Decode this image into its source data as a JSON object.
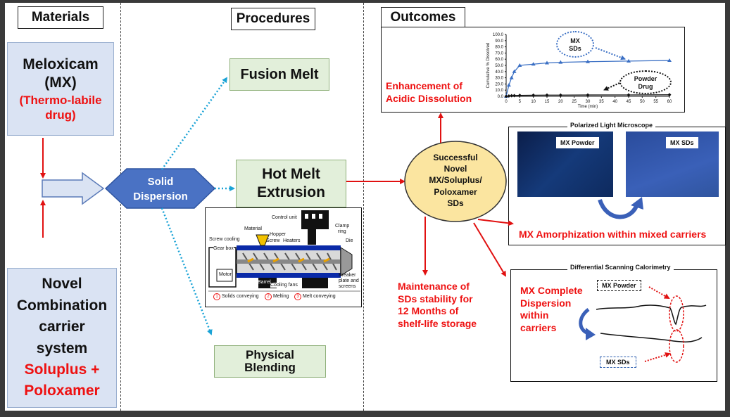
{
  "headers": {
    "materials": "Materials",
    "procedures": "Procedures",
    "outcomes": "Outcomes"
  },
  "materials": {
    "drug_line1": "Meloxicam",
    "drug_line2": "(MX)",
    "drug_note_line1": "(Thermo-labile",
    "drug_note_line2": "drug)",
    "carrier_line1": "Novel",
    "carrier_line2": "Combination",
    "carrier_line3": "carrier",
    "carrier_line4": "system",
    "carrier_line5": "Soluplus +",
    "carrier_line6": "Poloxamer"
  },
  "procedures": {
    "center_line1": "Solid",
    "center_line2": "Dispersion",
    "fusion": "Fusion Melt",
    "hme_line1": "Hot Melt",
    "hme_line2": "Extrusion",
    "blend_line1": "Physical",
    "blend_line2": "Blending"
  },
  "extruder": {
    "control_unit": "Control unit",
    "material": "Material",
    "hopper": "Hopper",
    "screw": "Screw",
    "heaters": "Heaters",
    "clamp_ring_1": "Clamp",
    "clamp_ring_2": "ring",
    "die": "Die",
    "screw_cooling": "Screw cooling",
    "gear_box": "Gear box",
    "motor": "Motor",
    "barrel": "Barrel",
    "cooling_fans": "Cooling fans",
    "breaker_1": "Breaker",
    "breaker_2": "plate and",
    "breaker_3": "screens",
    "zone1": "Solids conveying",
    "zone2": "Melting",
    "zone3": "Melt conveying",
    "zone1_n": "1",
    "zone2_n": "2",
    "zone3_n": "3"
  },
  "outcomes": {
    "center_line1": "Successful",
    "center_line2": "Novel",
    "center_line3": "MX/Soluplus/",
    "center_line4": "Poloxamer",
    "center_line5": "SDs",
    "enh_line1": "Enhancement of",
    "enh_line2": "Acidic Dissolution",
    "maint_line1": "Maintenance of",
    "maint_line2": "SDs stability for",
    "maint_line3": "12 Months of",
    "maint_line4": "shelf-life storage",
    "amorph": "MX Amorphization within mixed carriers",
    "plm_title": "Polarized Light Microscope",
    "plm_left": "MX Powder",
    "plm_right": "MX SDs",
    "dsc_title": "Differential Scanning Calorimetry",
    "dsc_powder": "MX Powder",
    "dsc_sds": "MX SDs",
    "dsc_text_line1": "MX Complete",
    "dsc_text_line2": "Dispersion",
    "dsc_text_line3": "within",
    "dsc_text_line4": "carriers"
  },
  "chart_data": {
    "type": "line",
    "ylabel": "Cumulative % Dissolved",
    "xlabel": "Time (min)",
    "xlim": [
      0,
      60
    ],
    "ylim": [
      0,
      100
    ],
    "x_ticks": [
      0,
      5,
      10,
      15,
      20,
      25,
      30,
      35,
      40,
      45,
      50,
      55,
      60
    ],
    "y_ticks": [
      "0.0",
      "10.0",
      "20.0",
      "30.0",
      "40.0",
      "50.0",
      "60.0",
      "70.0",
      "80.0",
      "90.0",
      "100.0"
    ],
    "series": [
      {
        "name": "MX SDs",
        "color": "#3a6fc4",
        "marker": "triangle",
        "x": [
          0,
          1,
          2,
          3,
          5,
          10,
          15,
          20,
          30,
          45,
          60
        ],
        "y": [
          0,
          18,
          30,
          40,
          50,
          52,
          54,
          55,
          56,
          57,
          58
        ]
      },
      {
        "name": "Powder Drug",
        "color": "#111111",
        "marker": "diamond",
        "x": [
          0,
          1,
          2,
          3,
          5,
          10,
          15,
          20,
          30,
          45,
          60
        ],
        "y": [
          0,
          0.5,
          1,
          1.2,
          1.5,
          1.8,
          2,
          2,
          2.2,
          2.3,
          2.5
        ]
      }
    ],
    "annot_sds_line1": "MX",
    "annot_sds_line2": "SDs",
    "annot_powder_line1": "Powder",
    "annot_powder_line2": "Drug"
  },
  "colors": {
    "red": "#e11111",
    "blue": "#4a72c4",
    "dotted_blue": "#1aa3d6",
    "panel_bg": "#ffffff",
    "frame": "#3a3a3a"
  }
}
